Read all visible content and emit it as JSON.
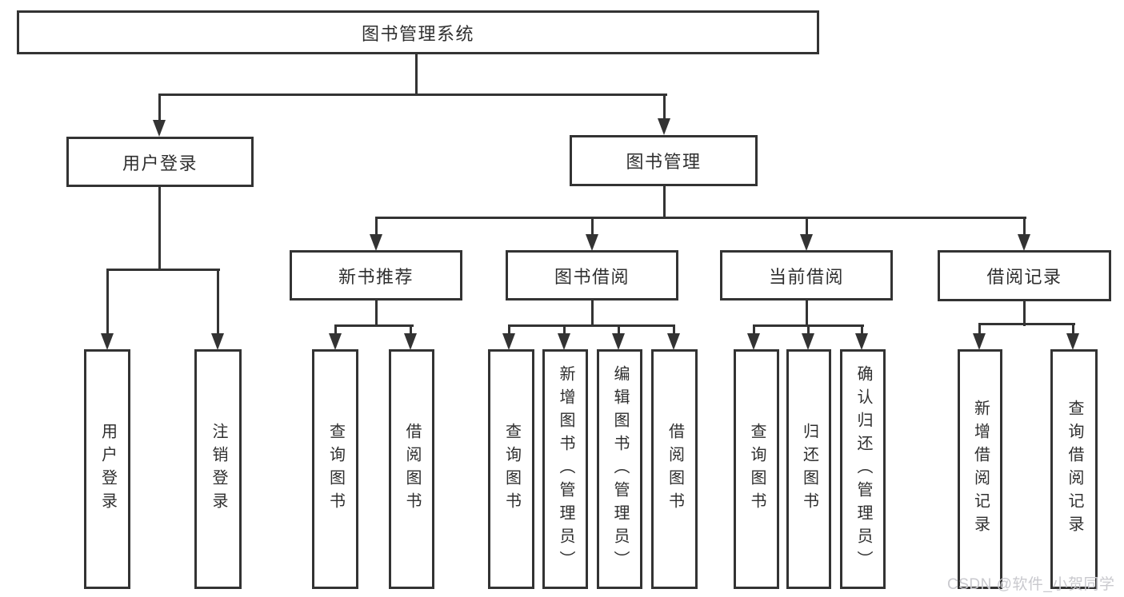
{
  "tree": {
    "root": {
      "label": "图书管理系统",
      "children": [
        {
          "label": "用户登录",
          "children": [
            {
              "label": "用户登录"
            },
            {
              "label": "注销登录"
            }
          ]
        },
        {
          "label": "图书管理",
          "children": [
            {
              "label": "新书推荐",
              "children": [
                {
                  "label": "查询图书"
                },
                {
                  "label": "借阅图书"
                }
              ]
            },
            {
              "label": "图书借阅",
              "children": [
                {
                  "label": "查询图书"
                },
                {
                  "label": "新增图书（管理员）"
                },
                {
                  "label": "编辑图书（管理员）"
                },
                {
                  "label": "借阅图书"
                }
              ]
            },
            {
              "label": "当前借阅",
              "children": [
                {
                  "label": "查询图书"
                },
                {
                  "label": "归还图书"
                },
                {
                  "label": "确认归还（管理员）"
                }
              ]
            },
            {
              "label": "借阅记录",
              "children": [
                {
                  "label": "新增借阅记录"
                },
                {
                  "label": "查询借阅记录"
                }
              ]
            }
          ]
        }
      ]
    }
  },
  "watermark": {
    "text": "CSDN @软件_小贺同学"
  },
  "colors": {
    "line": "#333333",
    "text": "#2f2f2f",
    "watermark": "#c9c9ce",
    "background": "#ffffff"
  }
}
